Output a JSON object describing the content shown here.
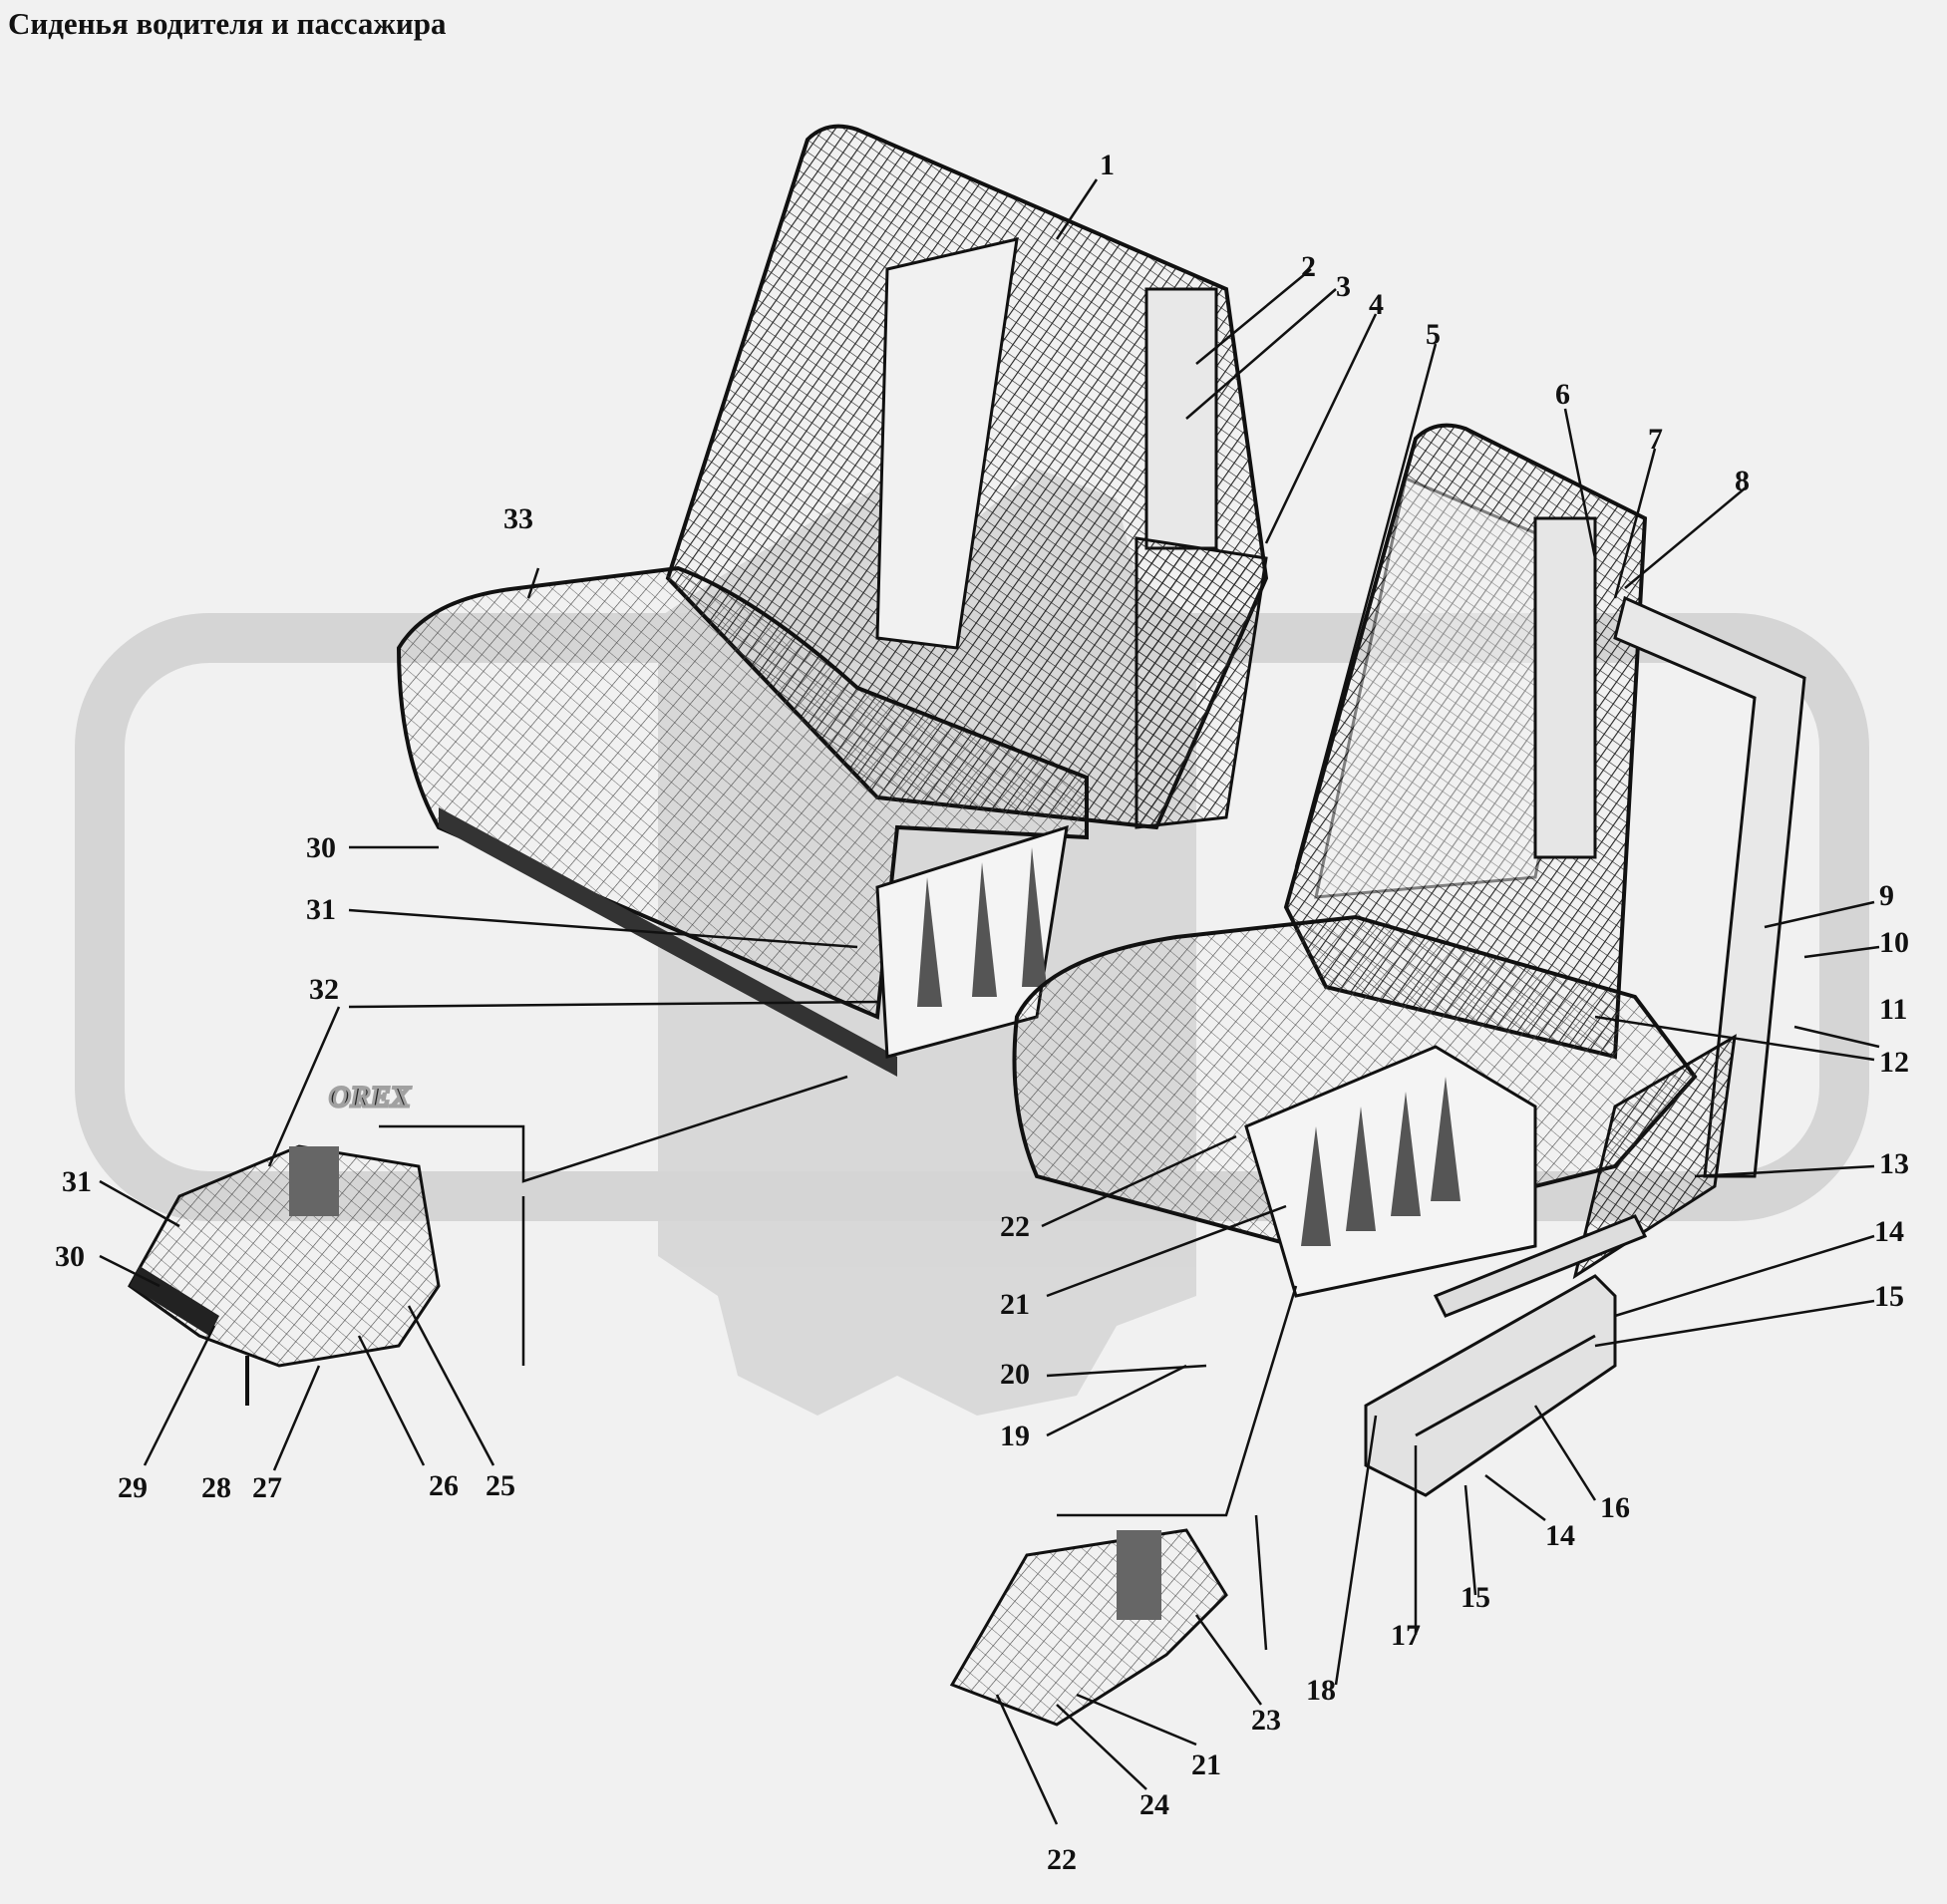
{
  "title": "Сиденья водителя и пассажира",
  "watermark": "OREX",
  "callouts": [
    "1",
    "2",
    "3",
    "4",
    "5",
    "6",
    "7",
    "8",
    "9",
    "10",
    "11",
    "12",
    "13",
    "14",
    "15",
    "16",
    "17",
    "18",
    "19",
    "20",
    "21",
    "22",
    "23",
    "24",
    "25",
    "26",
    "27",
    "28",
    "29",
    "30",
    "31",
    "32",
    "33"
  ],
  "colors": {
    "background": "#f1f1f1",
    "ink": "#111111",
    "watermark": "#cfcfcf"
  }
}
